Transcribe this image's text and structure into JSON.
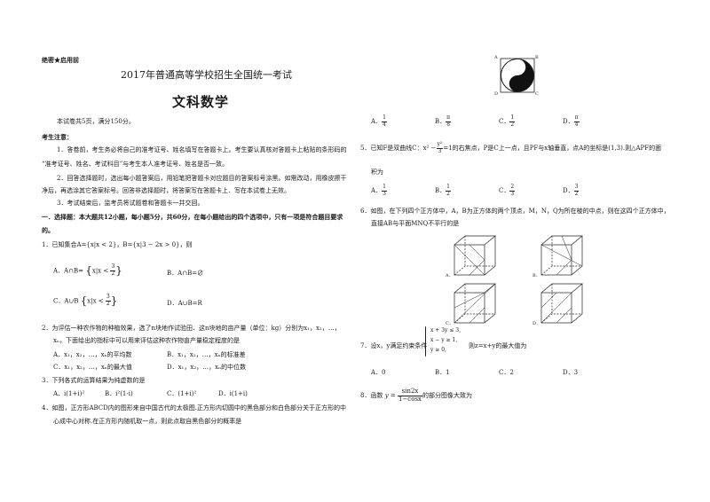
{
  "header": {
    "secret": "绝密★启用前",
    "exam_title": "2017年普通高等学校招生全国统一考试",
    "subject": "文科数学"
  },
  "intro": {
    "pages": "本试卷共5页，满分150分。",
    "notice_head": "考生注意：",
    "n1a": "1．答卷前，考生务必将自己的准考证号、姓名填写在答题卡上。考生要认真核对答题卡上粘贴的条形码的",
    "n1b": "“准考证号、姓名、考试科目”与考生本人准考证号、姓名是否一致。",
    "n2a": "2．回答选择题时，选出每小题答案后，用铅笔把答题卡对应题目的答案标号涂黑。如需改动，用橡皮擦干",
    "n2b": "净后，再选涂其它答案标号。回答非选择题时，将答案写在答题卡上．写在本试卷上无效。",
    "n3": "3．考试结束后，监考员将试题卷和答题卡一并交回。"
  },
  "section1": {
    "line1": "一．选择题：本大题共12小题，每小题5分，共60分，在每小题给出的四个选项中，只有一项是符合题目要求",
    "line2": "的。"
  },
  "q1": {
    "stem_pre": "1．已知集合A=",
    "setA": "{x|x < 2}",
    "mid": "，B=",
    "setB": "{x|3 − 2x > 0}",
    "post": "，则",
    "a_pre": "A．A∩B=",
    "a_set": "x|x <",
    "a_num": "3",
    "a_den": "2",
    "b": "B．A∩B=∅",
    "c_pre": "C．A∪B",
    "c_set": "x|x <",
    "c_num": "3",
    "c_den": "2",
    "d": "D．A∪B=R"
  },
  "q2": {
    "line1": "2．为评估一种农作物的种植效果，选了n块地作试验田．这n块地的亩产量（单位：kg）分别为x₁，x₂，…，",
    "line2": "xₙ，下面给出的指标中可以用来评估这种农作物亩产量稳定程度的是",
    "a": "A．x₁，x₂，…，xₙ的平均数",
    "b": "B．x₁，x₂，…，xₙ的标准差",
    "c": "C．x₁，x₂，…，xₙ的最大值",
    "d": "D．x₁，x₂，…，xₙ的中位数"
  },
  "q3": {
    "stem": "3．下列各式的运算结果为纯虚数的是",
    "a": "A．i(1+i)²",
    "b": "B．i²(1-i)",
    "c": "C．(1+i)²",
    "d": "D．i(1+i)"
  },
  "q4": {
    "line1": "4．如图，正方形ABCD内的图形来自中国古代的太极图.正方形内切圆中的黑色部分和白色部分关于正方形的中",
    "line2": "心成中心对称.在正方形内随机取一点，则此点取自黑色部分的概率是",
    "fig_A": "A",
    "fig_B": "B",
    "fig_C": "C",
    "fig_D": "D",
    "a_label": "A．",
    "a_num": "1",
    "a_den": "4",
    "b_label": "B．",
    "b_num": "π",
    "b_den": "8",
    "c_label": "C．",
    "c_num": "1",
    "c_den": "2",
    "d_label": "D．",
    "d_num": "π",
    "d_den": "4"
  },
  "q5": {
    "pre": "5．已知F是双曲线C：x² −",
    "y_num": "y²",
    "y_den": "3",
    "post": "=1的右焦点，P是C上一点，且PF与x轴垂直，点A的坐标是(1,3).则△APF的面",
    "line2": "积为",
    "a_label": "A．",
    "a_num": "1",
    "a_den": "3",
    "b_label": "B．",
    "b_num": "1",
    "b_den": "2",
    "c_label": "C．",
    "c_num": "2",
    "c_den": "3",
    "d_label": "D．",
    "d_num": "3",
    "d_den": "2"
  },
  "q6": {
    "line1": "6．如图，在下列四个正方体中，A，B为正方体的两个顶点，M，N，Q为所在棱的中点，则在这四个正方体中，",
    "line2": "直接AB与平面MNQ不平行的是",
    "fig_labels": [
      "A．",
      "B．",
      "C．",
      "D．"
    ]
  },
  "q7": {
    "pre": "7．设x，y满足约束条件",
    "c1": "x + 3y ≤ 3,",
    "c2": "x − y ≥ 1,",
    "c3": "y ≥ 0,",
    "post": "则z=x+y的最大值为",
    "a": "A．0",
    "b": "B．1",
    "c": "C．2",
    "d": "D．3"
  },
  "q8": {
    "pre": "8．函数",
    "y": "y =",
    "num": "sin2x",
    "den": "1−cosx",
    "post": "的部分图像大致为"
  }
}
